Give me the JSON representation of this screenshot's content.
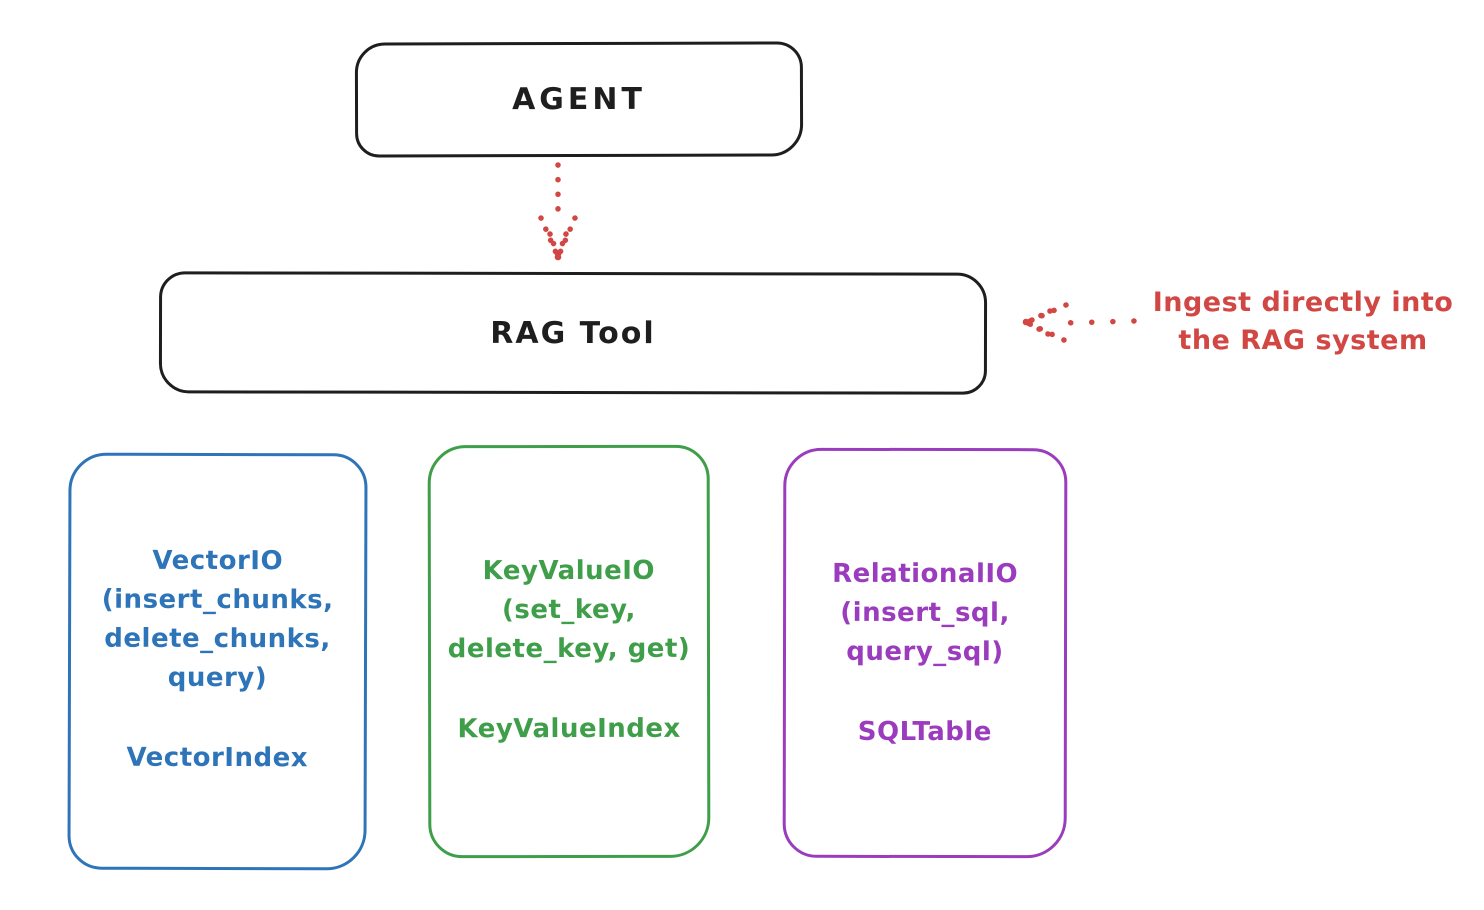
{
  "agent": {
    "label": "AGENT"
  },
  "rag_tool": {
    "label": "RAG Tool"
  },
  "annotation": {
    "line1": "Ingest directly into",
    "line2": "the RAG system"
  },
  "arrows": {
    "agent_to_rag": {
      "style": "dotted",
      "direction": "down",
      "color": "#d14744"
    },
    "ingest": {
      "style": "dotted",
      "direction": "left",
      "color": "#d14744"
    }
  },
  "backends": [
    {
      "id": "vector-io",
      "color": "#2e74b8",
      "lines": [
        "VectorIO",
        "(insert_chunks,",
        "delete_chunks,",
        "query)"
      ],
      "index_label": "VectorIndex"
    },
    {
      "id": "keyvalue-io",
      "color": "#3f9e4a",
      "lines": [
        "KeyValueIO",
        "(set_key,",
        "delete_key, get)"
      ],
      "index_label": "KeyValueIndex"
    },
    {
      "id": "relational-io",
      "color": "#9a3cbd",
      "lines": [
        "RelationalIO",
        "(insert_sql,",
        "query_sql)"
      ],
      "index_label": "SQLTable"
    }
  ],
  "colors": {
    "outline": "#1e1e1e",
    "accent_red": "#d14744",
    "vector_blue": "#2e74b8",
    "keyvalue_green": "#3f9e4a",
    "relational_purple": "#9a3cbd",
    "background": "#ffffff"
  }
}
